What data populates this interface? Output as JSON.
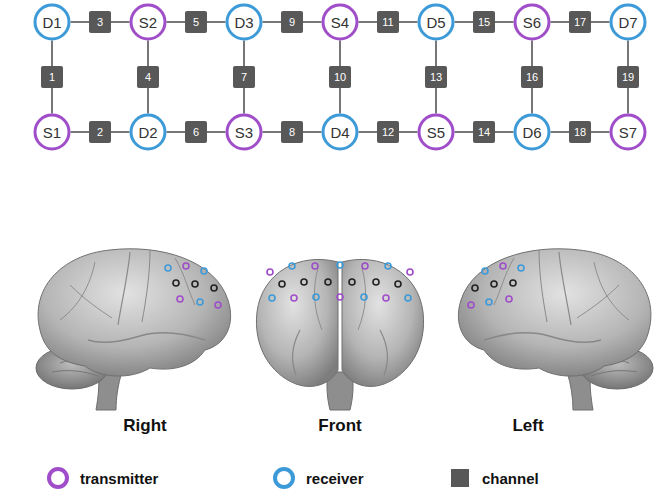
{
  "diagram": {
    "nodes": [
      {
        "text": [
          "D1"
        ]
      },
      {
        "text": [
          "3"
        ]
      },
      {
        "text": [
          "S2"
        ]
      },
      {
        "text": [
          "5"
        ]
      },
      {
        "text": [
          "D3"
        ]
      },
      {
        "text": [
          "9"
        ]
      },
      {
        "text": [
          "S4"
        ]
      },
      {
        "text": [
          "11"
        ]
      },
      {
        "text": [
          "D5"
        ]
      },
      {
        "text": [
          "15"
        ]
      },
      {
        "text": [
          "S6"
        ]
      },
      {
        "text": [
          "17"
        ]
      },
      {
        "text": [
          "D7"
        ]
      },
      {
        "text": [
          "1"
        ]
      },
      {
        "text": [
          "4"
        ]
      },
      {
        "text": [
          "7"
        ]
      },
      {
        "text": [
          "10"
        ]
      },
      {
        "text": [
          "13"
        ]
      },
      {
        "text": [
          "16"
        ]
      },
      {
        "text": [
          "19"
        ]
      },
      {
        "text": [
          "S1"
        ]
      },
      {
        "text": [
          "2"
        ]
      },
      {
        "text": [
          "D2"
        ]
      },
      {
        "text": [
          "6"
        ]
      },
      {
        "text": [
          "S3"
        ]
      },
      {
        "text": [
          "8"
        ]
      },
      {
        "text": [
          "D4"
        ]
      },
      {
        "text": [
          "12"
        ]
      },
      {
        "text": [
          "S5"
        ]
      },
      {
        "text": [
          "14"
        ]
      },
      {
        "text": [
          "D6"
        ]
      },
      {
        "text": [
          "18"
        ]
      },
      {
        "text": [
          "S7"
        ]
      }
    ],
    "edges": [
      {
        "from": 0,
        "to": 1,
        "arrow": "none"
      },
      {
        "from": 1,
        "to": 2,
        "arrow": "none"
      },
      {
        "from": 2,
        "to": 3,
        "arrow": "none"
      },
      {
        "from": 3,
        "to": 4,
        "arrow": "none"
      },
      {
        "from": 4,
        "to": 5,
        "arrow": "none"
      },
      {
        "from": 5,
        "to": 6,
        "arrow": "none"
      },
      {
        "from": 6,
        "to": 7,
        "arrow": "none"
      },
      {
        "from": 7,
        "to": 8,
        "arrow": "none"
      },
      {
        "from": 8,
        "to": 9,
        "arrow": "none"
      },
      {
        "from": 9,
        "to": 10,
        "arrow": "none"
      },
      {
        "from": 10,
        "to": 11,
        "arrow": "none"
      },
      {
        "from": 11,
        "to": 12,
        "arrow": "none"
      },
      {
        "from": 0,
        "to": 13,
        "arrow": "none"
      },
      {
        "from": 13,
        "to": 20,
        "arrow": "none"
      },
      {
        "from": 2,
        "to": 14,
        "arrow": "none"
      },
      {
        "from": 14,
        "to": 22,
        "arrow": "none"
      },
      {
        "from": 4,
        "to": 15,
        "arrow": "none"
      },
      {
        "from": 15,
        "to": 24,
        "arrow": "none"
      },
      {
        "from": 6,
        "to": 16,
        "arrow": "none"
      },
      {
        "from": 16,
        "to": 26,
        "arrow": "none"
      },
      {
        "from": 8,
        "to": 17,
        "arrow": "none"
      },
      {
        "from": 17,
        "to": 28,
        "arrow": "none"
      },
      {
        "from": 10,
        "to": 18,
        "arrow": "none"
      },
      {
        "from": 18,
        "to": 30,
        "arrow": "none"
      },
      {
        "from": 12,
        "to": 19,
        "arrow": "none"
      },
      {
        "from": 19,
        "to": 32,
        "arrow": "none"
      },
      {
        "from": 20,
        "to": 21,
        "arrow": "none"
      },
      {
        "from": 21,
        "to": 22,
        "arrow": "none"
      },
      {
        "from": 22,
        "to": 23,
        "arrow": "none"
      },
      {
        "from": 23,
        "to": 24,
        "arrow": "none"
      },
      {
        "from": 24,
        "to": 25,
        "arrow": "none"
      },
      {
        "from": 25,
        "to": 26,
        "arrow": "none"
      },
      {
        "from": 26,
        "to": 27,
        "arrow": "none"
      },
      {
        "from": 27,
        "to": 28,
        "arrow": "none"
      },
      {
        "from": 28,
        "to": 29,
        "arrow": "none"
      },
      {
        "from": 29,
        "to": 30,
        "arrow": "none"
      },
      {
        "from": 30,
        "to": 31,
        "arrow": "none"
      },
      {
        "from": 31,
        "to": 32,
        "arrow": "none"
      }
    ],
    "labels": [
      "Right",
      "Front",
      "Left"
    ],
    "legend": [
      {
        "text": "transmitter",
        "color": "#9f4dc9"
      },
      {
        "text": "receiver",
        "color": "#3d9ad8"
      },
      {
        "text": "channel",
        "color": "#585858"
      }
    ]
  }
}
